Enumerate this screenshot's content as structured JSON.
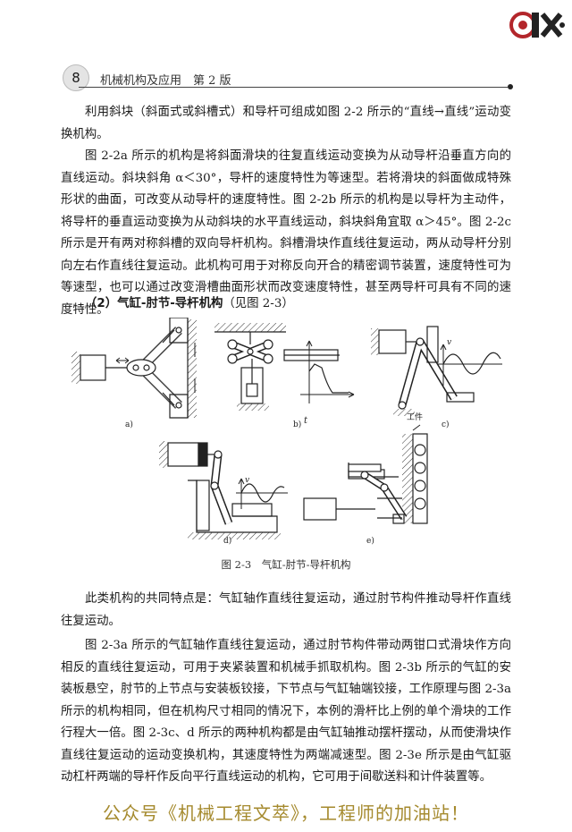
{
  "header": {
    "page_number": "8",
    "book_title": "机械机构及应用　第 2 版"
  },
  "paragraphs": {
    "p1": "利用斜块（斜面式或斜槽式）和导杆可组成如图 2-2 所示的“直线→直线”运动变换机构。",
    "p2": "图 2-2a 所示的机构是将斜面滑块的往复直线运动变换为从动导杆沿垂直方向的直线运动。斜块斜角 α＜30°，导杆的速度特性为等速型。若将滑块的斜面做成特殊形状的曲面，可改变从动导杆的速度特性。图 2-2b 所示的机构是以导杆为主动件，将导杆的垂直运动变换为从动斜块的水平直线运动，斜块斜角宜取 α＞45°。图 2-2c 所示是开有两对称斜槽的双向导杆机构。斜槽滑块作直线往复运动，两从动导杆分别向左右作直线往复运动。此机构可用于对称反向开合的精密调节装置，速度特性可为等速型，也可以通过改变滑槽曲面形状而改变速度特性，甚至两导杆可具有不同的速度特性。",
    "p3": "此类机构的共同特点是：气缸轴作直线往复运动，通过肘节构件推动导杆作直线往复运动。",
    "p4": "图 2-3a 所示的气缸轴作直线往复运动，通过肘节构件带动两钳口式滑块作方向相反的直线往复运动，可用于夹紧装置和机械手抓取机构。图 2-3b 所示的气缸的安装板悬空，肘节的上节点与安装板铰接，下节点与气缸轴端铰接，工作原理与图 2-3a 所示的机构相同，但在机构尺寸相同的情况下，本例的滑杆比上例的单个滑块的工作行程大一倍。图 2-3c、d 所示的两种机构都是由气缸轴推动摆杆摆动，从而使滑块作直线往复运动的运动变换机构，其速度特性为两端减速型。图 2-3e 所示是由气缸驱动杠杆两端的导杆作反向平行直线运动的机构，它可用于间歇送料和计件装置等。"
  },
  "subsection": {
    "number": "（2）",
    "title": "气缸-肘节-导杆机构",
    "ref": "（见图 2-3）"
  },
  "figure": {
    "labels": [
      "a)",
      "b)",
      "c)",
      "d)",
      "e)"
    ],
    "axis_v": "v",
    "axis_t": "t",
    "workpiece_label": "工件",
    "caption": "图 2-3　气缸-肘节-导杆机构"
  },
  "footer": {
    "slogan": "公众号《机械工程文萃》，工程师的加油站！"
  },
  "colors": {
    "slogan": "#a58a2e",
    "logo_red": "#b3262b"
  }
}
